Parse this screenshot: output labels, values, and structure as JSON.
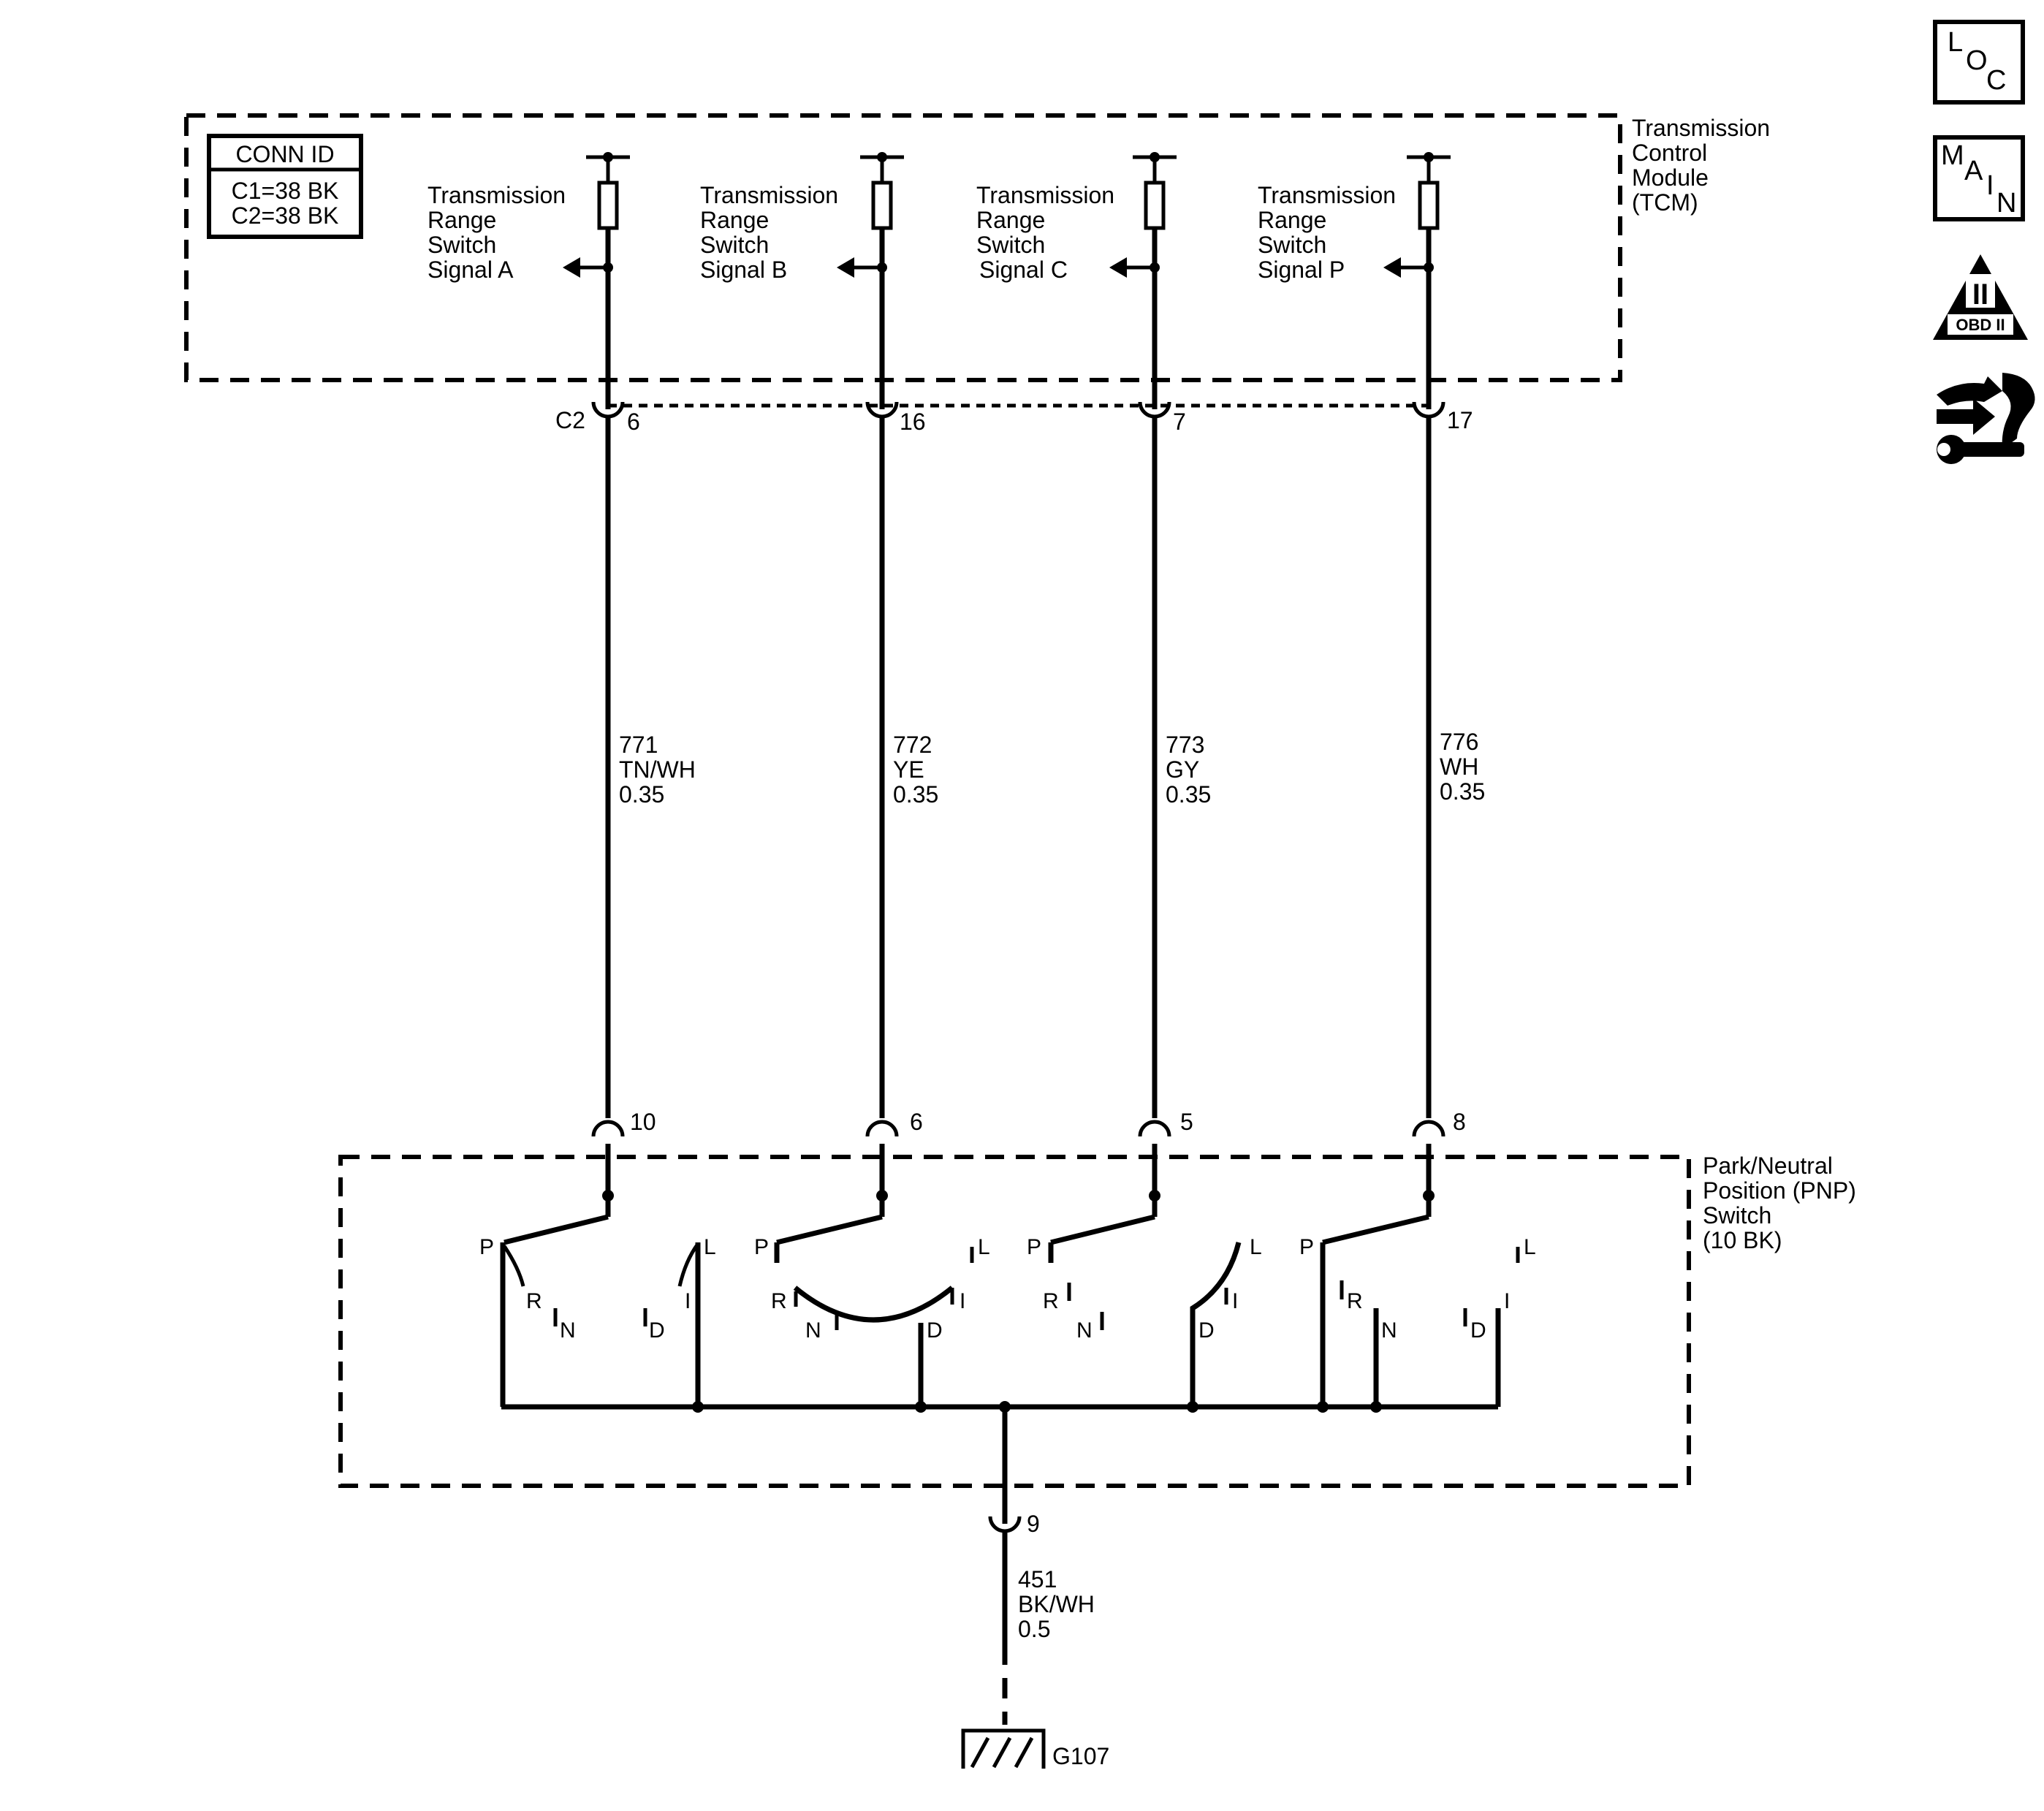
{
  "conn_id": {
    "title": "CONN ID",
    "c1": "C1=38 BK",
    "c2": "C2=38 BK"
  },
  "tcm": {
    "name": [
      "Transmission",
      "Control",
      "Module",
      "(TCM)"
    ],
    "connector": "C2"
  },
  "signals": [
    {
      "label": [
        "Transmission",
        "Range",
        "Switch",
        "Signal A"
      ],
      "tcm_pin": "6",
      "circuit": "771",
      "color": "TN/WH",
      "gauge": "0.35",
      "pnp_pin": "10"
    },
    {
      "label": [
        "Transmission",
        "Range",
        "Switch",
        "Signal B"
      ],
      "tcm_pin": "16",
      "circuit": "772",
      "color": "YE",
      "gauge": "0.35",
      "pnp_pin": "6"
    },
    {
      "label": [
        "Transmission",
        "Range",
        "Switch",
        "Signal C"
      ],
      "tcm_pin": "7",
      "circuit": "773",
      "color": "GY",
      "gauge": "0.35",
      "pnp_pin": "5"
    },
    {
      "label": [
        "Transmission",
        "Range",
        "Switch",
        "Signal P"
      ],
      "tcm_pin": "17",
      "circuit": "776",
      "color": "WH",
      "gauge": "0.35",
      "pnp_pin": "8"
    }
  ],
  "pnp": {
    "name": [
      "Park/Neutral",
      "Position (PNP)",
      "Switch",
      "(10 BK)"
    ],
    "ground_pin": "9"
  },
  "positions": {
    "p": "P",
    "r": "R",
    "n": "N",
    "d": "D",
    "i": "I",
    "l": "L"
  },
  "ground_wire": {
    "circuit": "451",
    "color": "BK/WH",
    "gauge": "0.5"
  },
  "ground": {
    "name": "G107"
  },
  "icons": {
    "loc": [
      "L",
      "O",
      "C"
    ],
    "main": [
      "M",
      "A",
      "I",
      "N"
    ],
    "obd": {
      "numeral": "II",
      "text": "OBD II"
    },
    "names": [
      "loc-icon",
      "main-icon",
      "obd-ii-icon",
      "diagnostic-tools-icon"
    ]
  }
}
